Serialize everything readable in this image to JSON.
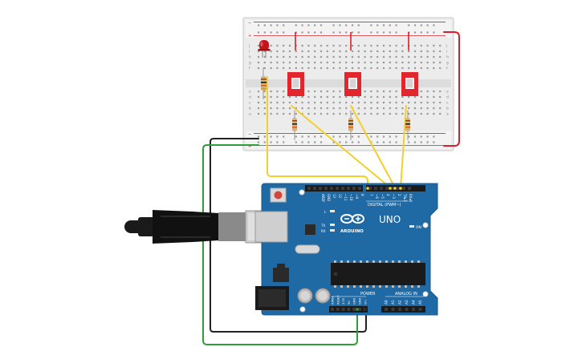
{
  "arduino": {
    "brand": "ARDUINO",
    "model": "UNO",
    "digital_header": "DIGITAL (PWM~)",
    "power_header": "POWER",
    "analog_header": "ANALOG IN",
    "on_label": "ON",
    "led_l": "L",
    "led_tx": "TX",
    "led_rx": "RX",
    "top_pins": [
      "AREF",
      "GND",
      "13",
      "12",
      "~11",
      "~10",
      "~9",
      "8",
      "7",
      "~6",
      "~5",
      "4",
      "~3",
      "2",
      "TX▸1",
      "RX◂0"
    ],
    "power_pins": [
      "IOREF",
      "RESET",
      "3.3V",
      "5V",
      "GND",
      "GND",
      "Vin"
    ],
    "analog_pins": [
      "A0",
      "A1",
      "A2",
      "A3",
      "A4",
      "A5"
    ]
  },
  "breadboard": {
    "row_letters": [
      "j",
      "i",
      "h",
      "g",
      "f",
      "e",
      "d",
      "c",
      "b",
      "a"
    ],
    "rail_plus": "+",
    "rail_minus": "−"
  },
  "colors": {
    "board_blue": "#1f6aa5",
    "breadboard": "#e9e9e9",
    "wire_yellow": "#f2d02b",
    "wire_red": "#d9202a",
    "wire_black": "#222222",
    "wire_green": "#2e9e3a",
    "switch_red": "#e3262d",
    "led_red": "#c0161c"
  }
}
